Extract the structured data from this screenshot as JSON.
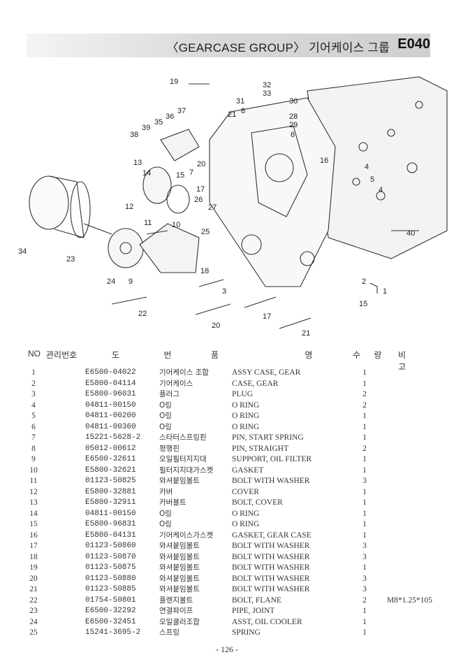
{
  "header": {
    "title": "〈GEARCASE GROUP〉 기어케이스 그룹",
    "code": "E040"
  },
  "diagram": {
    "callouts": [
      "1",
      "2",
      "3",
      "4",
      "5",
      "6",
      "7",
      "8",
      "9",
      "10",
      "11",
      "12",
      "13",
      "14",
      "15",
      "16",
      "17",
      "17",
      "18",
      "19",
      "20",
      "20",
      "21",
      "21",
      "22",
      "23",
      "24",
      "25",
      "26",
      "27",
      "28",
      "29",
      "30",
      "31",
      "32",
      "33",
      "34",
      "35",
      "36",
      "37",
      "38",
      "39",
      "40"
    ]
  },
  "table": {
    "headers": {
      "no": "NO",
      "mgmt": "관리번호",
      "drawing": "도 번",
      "item": "품 명",
      "qty": "수 량",
      "remark": "비 고"
    },
    "rows": [
      {
        "no": "1",
        "part": "E6500-04022",
        "kr": "기어케이스 조합",
        "en": "ASSY CASE, GEAR",
        "qty": "1",
        "remark": ""
      },
      {
        "no": "2",
        "part": "E5800-04114",
        "kr": "기어케이스",
        "en": "CASE, GEAR",
        "qty": "1",
        "remark": ""
      },
      {
        "no": "3",
        "part": "E5800-96031",
        "kr": "플러그",
        "en": "PLUG",
        "qty": "2",
        "remark": ""
      },
      {
        "no": "4",
        "part": "04811-00150",
        "kr": "O링",
        "en": "O RING",
        "qty": "2",
        "remark": ""
      },
      {
        "no": "5",
        "part": "04811-00200",
        "kr": "O링",
        "en": "O RING",
        "qty": "1",
        "remark": ""
      },
      {
        "no": "6",
        "part": "04811-00360",
        "kr": "O링",
        "en": "O RING",
        "qty": "1",
        "remark": ""
      },
      {
        "no": "7",
        "part": "15221-5628-2",
        "kr": "스타터스프링핀",
        "en": "PIN, START SPRING",
        "qty": "1",
        "remark": ""
      },
      {
        "no": "8",
        "part": "05012-00612",
        "kr": "평행핀",
        "en": "PIN, STRAIGHT",
        "qty": "2",
        "remark": ""
      },
      {
        "no": "9",
        "part": "E6500-32611",
        "kr": "오일필터지지대",
        "en": "SUPPORT, OIL FILTER",
        "qty": "1",
        "remark": ""
      },
      {
        "no": "10",
        "part": "E5800-32621",
        "kr": "필터지지대가스켓",
        "en": "GASKET",
        "qty": "1",
        "remark": ""
      },
      {
        "no": "11",
        "part": "01123-50825",
        "kr": "와셔붙임볼트",
        "en": "BOLT WITH WASHER",
        "qty": "3",
        "remark": ""
      },
      {
        "no": "12",
        "part": "E5800-32881",
        "kr": "카버",
        "en": "COVER",
        "qty": "1",
        "remark": ""
      },
      {
        "no": "13",
        "part": "E5800-32911",
        "kr": "카버볼트",
        "en": "BOLT, COVER",
        "qty": "1",
        "remark": ""
      },
      {
        "no": "14",
        "part": "04811-00150",
        "kr": "O링",
        "en": "O RING",
        "qty": "1",
        "remark": ""
      },
      {
        "no": "15",
        "part": "E5800-96831",
        "kr": "O링",
        "en": "O RING",
        "qty": "1",
        "remark": ""
      },
      {
        "no": "16",
        "part": "E5800-04131",
        "kr": "기어케이스가스켓",
        "en": "GASKET, GEAR CASE",
        "qty": "1",
        "remark": ""
      },
      {
        "no": "17",
        "part": "01123-50860",
        "kr": "와셔붙임볼트",
        "en": "BOLT WITH WASHER",
        "qty": "3",
        "remark": ""
      },
      {
        "no": "18",
        "part": "01123-50870",
        "kr": "와셔붙임볼트",
        "en": "BOLT WITH WASHER",
        "qty": "3",
        "remark": ""
      },
      {
        "no": "19",
        "part": "01123-50875",
        "kr": "와셔붙임볼트",
        "en": "BOLT WITH WASHER",
        "qty": "1",
        "remark": ""
      },
      {
        "no": "20",
        "part": "01123-50880",
        "kr": "와셔붙임볼트",
        "en": "BOLT WITH WASHER",
        "qty": "3",
        "remark": ""
      },
      {
        "no": "21",
        "part": "01123-50885",
        "kr": "와셔붙임볼트",
        "en": "BOLT WITH WASHER",
        "qty": "3",
        "remark": ""
      },
      {
        "no": "22",
        "part": "01754-50801",
        "kr": "플랜지볼트",
        "en": "BOLT, FLANE",
        "qty": "2",
        "remark": "M8*1.25*105"
      },
      {
        "no": "23",
        "part": "E6500-32292",
        "kr": "연결파이프",
        "en": "PIPE, JOINT",
        "qty": "1",
        "remark": ""
      },
      {
        "no": "24",
        "part": "E6500-32451",
        "kr": "오일쿨러조합",
        "en": "ASST, OIL COOLER",
        "qty": "1",
        "remark": ""
      },
      {
        "no": "25",
        "part": "15241-3695-2",
        "kr": "스프링",
        "en": "SPRING",
        "qty": "1",
        "remark": ""
      }
    ]
  },
  "page_number": "- 126 -"
}
